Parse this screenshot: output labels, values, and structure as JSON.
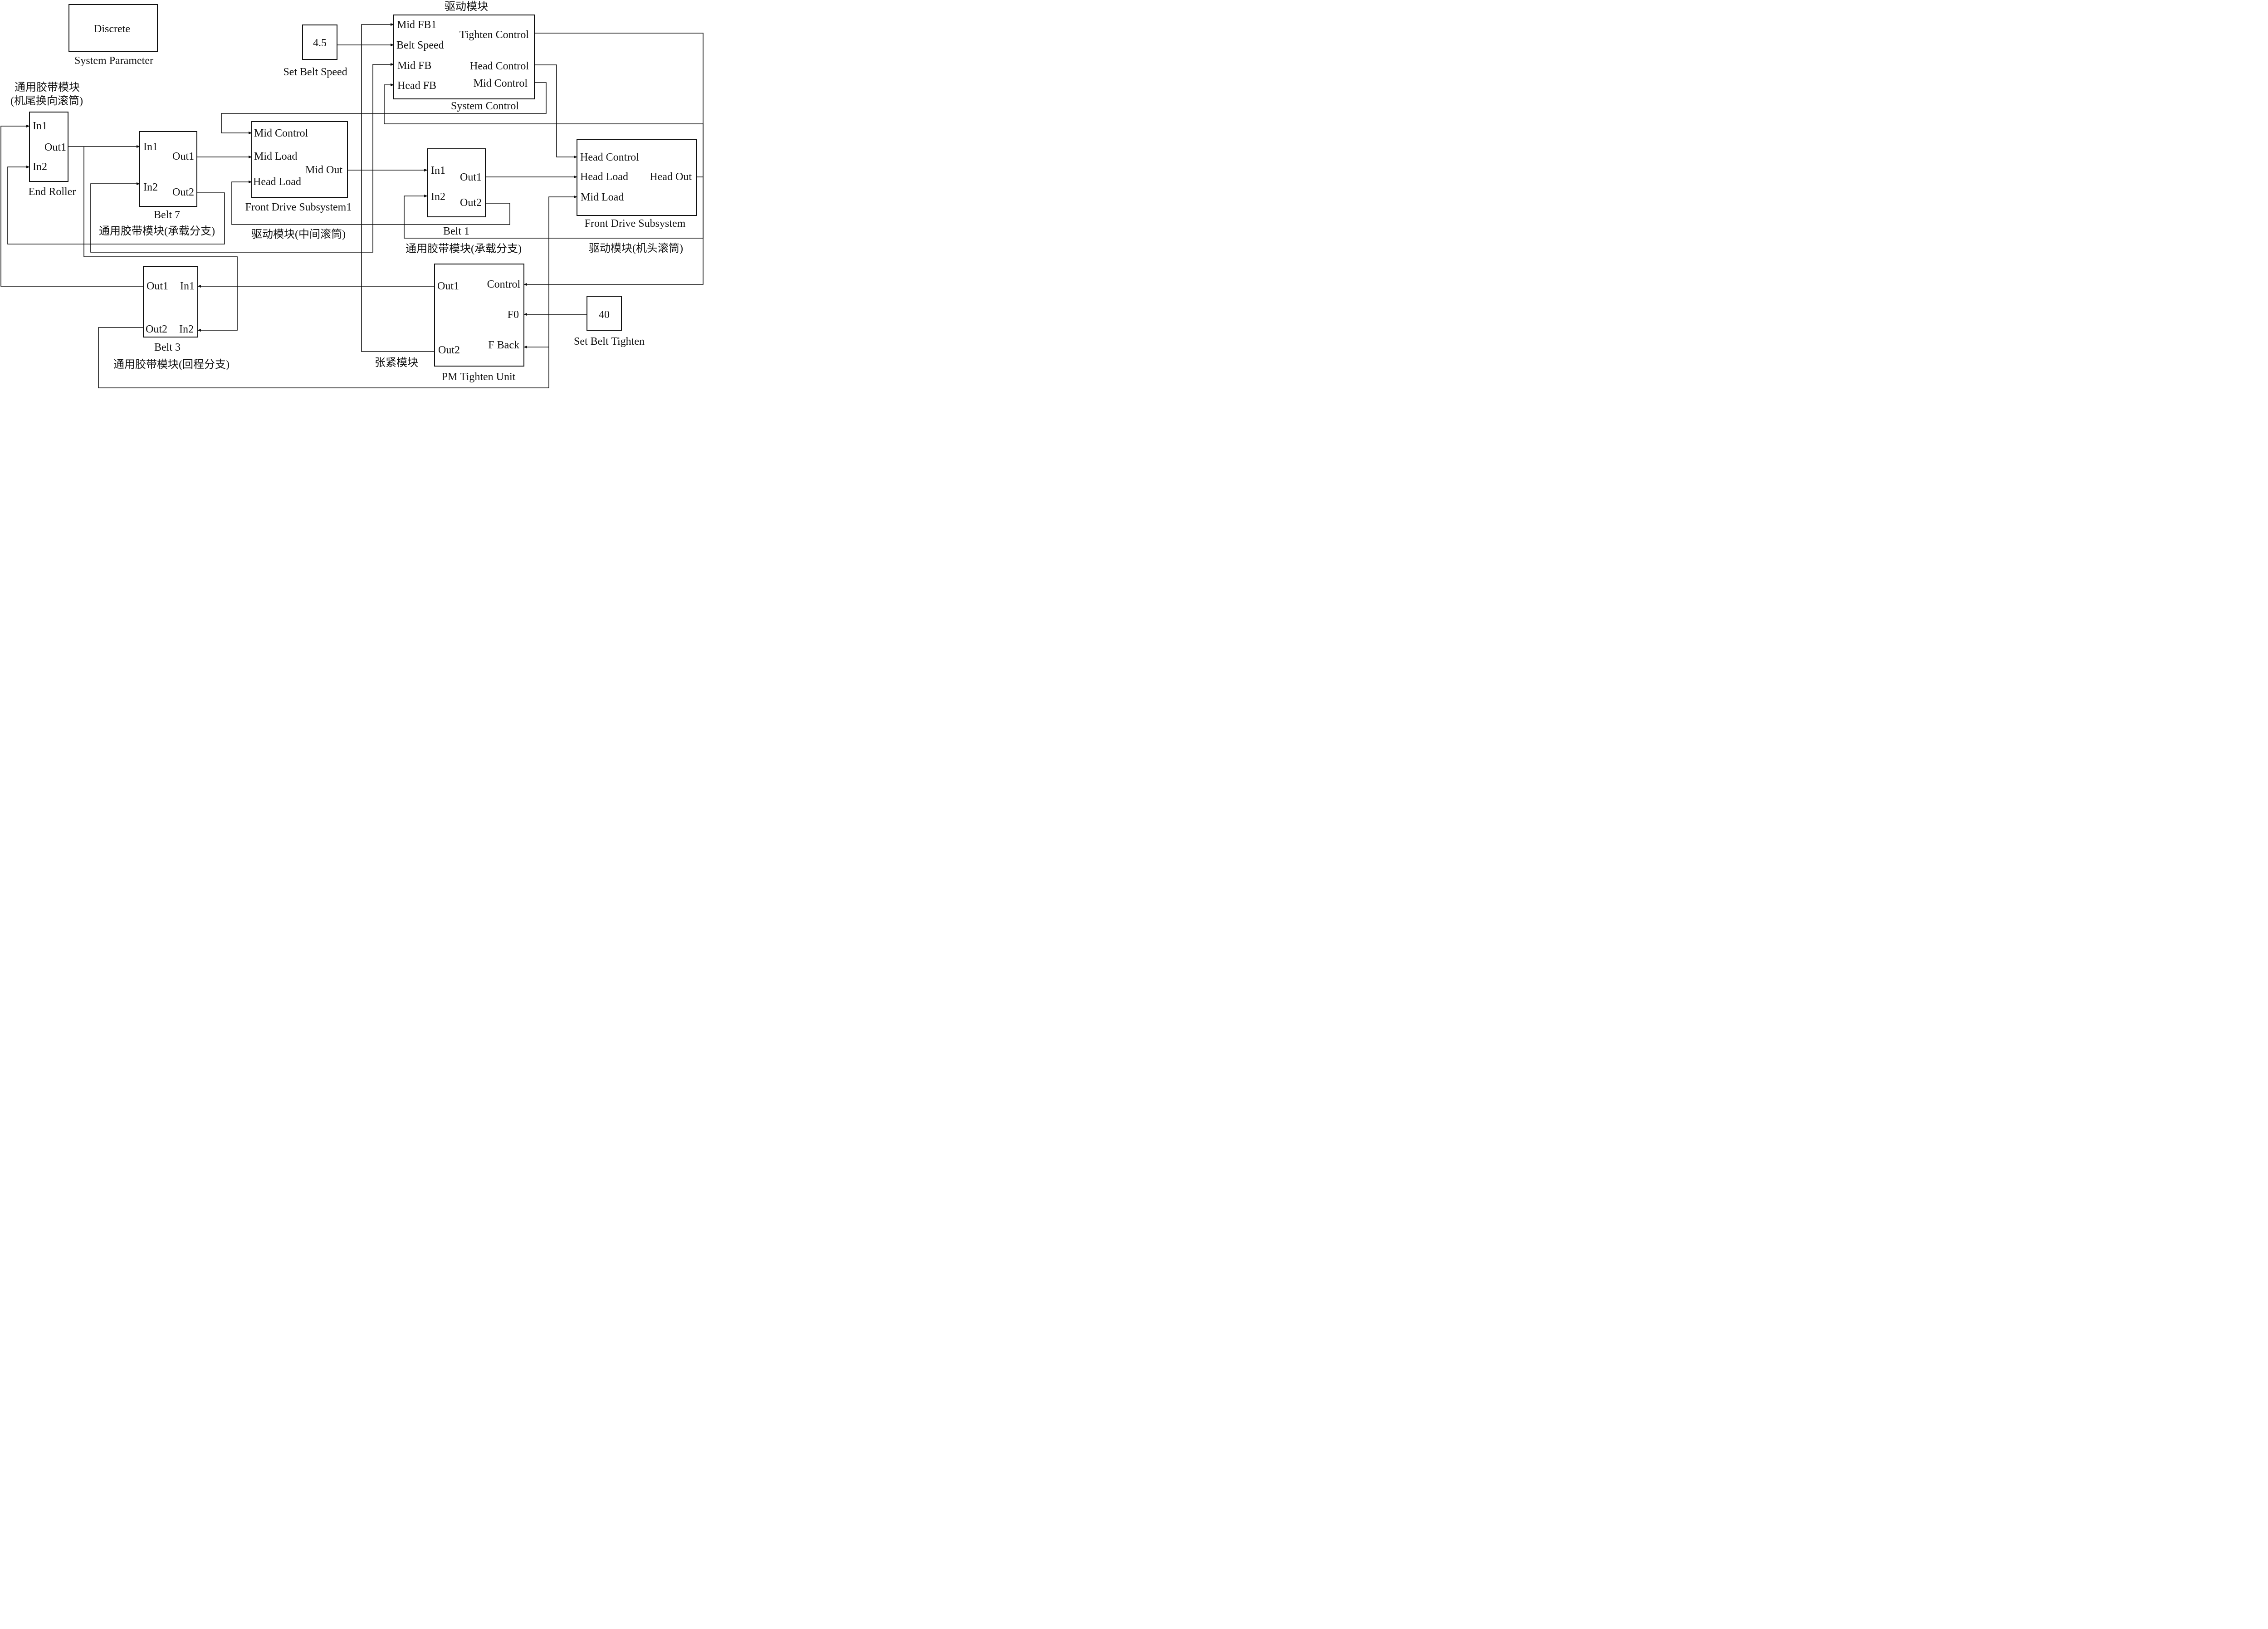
{
  "diagram": {
    "param_block": {
      "label": "Discrete",
      "caption": "System Parameter"
    },
    "end_roller": {
      "title_cn": "通用胶带模块",
      "title_cn2": "(机尾换向滚筒)",
      "ports": {
        "in1": "In1",
        "in2": "In2",
        "out1": "Out1"
      },
      "caption": "End Roller"
    },
    "belt7": {
      "ports": {
        "in1": "In1",
        "in2": "In2",
        "out1": "Out1",
        "out2": "Out2"
      },
      "caption": "Belt 7",
      "caption_cn": "通用胶带模块(承载分支)"
    },
    "front_drive_1": {
      "ports": {
        "mid_control": "Mid Control",
        "mid_load": "Mid Load",
        "head_load": "Head Load",
        "mid_out": "Mid Out"
      },
      "caption": "Front Drive Subsystem1",
      "caption_cn": "驱动模块(中间滚筒)"
    },
    "set_belt_speed": {
      "value": "4.5",
      "caption": "Set Belt Speed"
    },
    "system_control": {
      "title_cn": "驱动模块",
      "ports": {
        "mid_fb1": "Mid FB1",
        "belt_speed": "Belt Speed",
        "mid_fb": "Mid FB",
        "head_fb": "Head FB",
        "tighten_control": "Tighten Control",
        "head_control": "Head Control",
        "mid_control": "Mid Control"
      },
      "caption": "System Control"
    },
    "belt1": {
      "ports": {
        "in1": "In1",
        "in2": "In2",
        "out1": "Out1",
        "out2": "Out2"
      },
      "caption": "Belt 1",
      "caption_cn": "通用胶带模块(承载分支)"
    },
    "front_drive": {
      "ports": {
        "head_control": "Head Control",
        "head_load": "Head Load",
        "mid_load": "Mid Load",
        "head_out": "Head Out"
      },
      "caption": "Front Drive Subsystem",
      "caption_cn": "驱动模块(机头滚筒)"
    },
    "belt3": {
      "ports": {
        "out1": "Out1",
        "in1": "In1",
        "out2": "Out2",
        "in2": "In2"
      },
      "caption": "Belt 3",
      "caption_cn": "通用胶带模块(回程分支)"
    },
    "tighten_unit": {
      "title_cn": "张紧模块",
      "ports": {
        "out1": "Out1",
        "out2": "Out2",
        "control": "Control",
        "f0": "F0",
        "f_back": "F Back"
      },
      "caption": "PM Tighten Unit"
    },
    "set_belt_tighten": {
      "value": "40",
      "caption": "Set Belt Tighten"
    }
  }
}
